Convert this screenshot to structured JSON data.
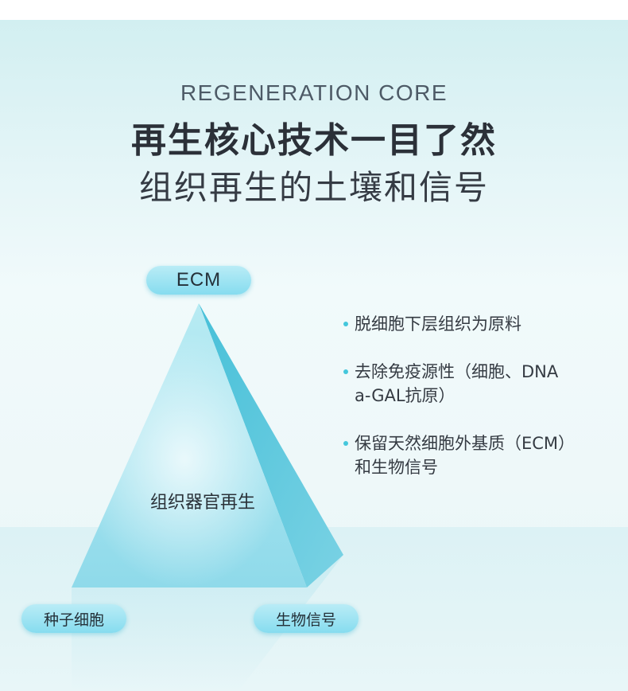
{
  "header": {
    "eyebrow": "REGENERATION CORE",
    "title": "再生核心技术一目了然",
    "subtitle": "组织再生的土壤和信号"
  },
  "pyramid": {
    "apex_label": "ECM",
    "center_label": "组织器官再生",
    "bottom_left_label": "种子细胞",
    "bottom_right_label": "生物信号"
  },
  "bullets": [
    {
      "lines": [
        "脱细胞下层组织为原料"
      ]
    },
    {
      "lines": [
        "去除免疫源性（细胞、DNA",
        "a-GAL抗原）"
      ]
    },
    {
      "lines": [
        "保留天然细胞外基质（ECM）",
        "和生物信号"
      ]
    }
  ],
  "colors": {
    "accent": "#44c7dc",
    "pill": "#86dcef",
    "background": "#e4f5f7"
  }
}
